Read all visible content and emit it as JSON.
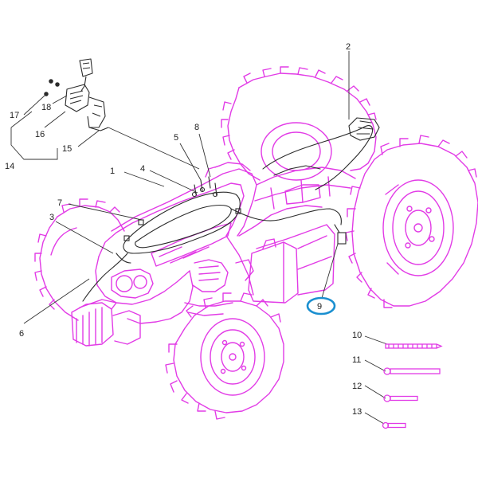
{
  "diagram": {
    "colors": {
      "tractor_outline": "#e23be6",
      "harness": "#2b2b2b",
      "leader": "#333333",
      "highlight_ring": "#1a8fd0"
    },
    "callouts": {
      "c1": "1",
      "c2": "2",
      "c3": "3",
      "c4": "4",
      "c5": "5",
      "c6": "6",
      "c7": "7",
      "c8": "8",
      "c9": "9",
      "c10": "10",
      "c11": "11",
      "c12": "12",
      "c13": "13",
      "c14": "14",
      "c15": "15",
      "c16": "16",
      "c17": "17",
      "c18": "18"
    },
    "highlighted_callout": "9"
  }
}
